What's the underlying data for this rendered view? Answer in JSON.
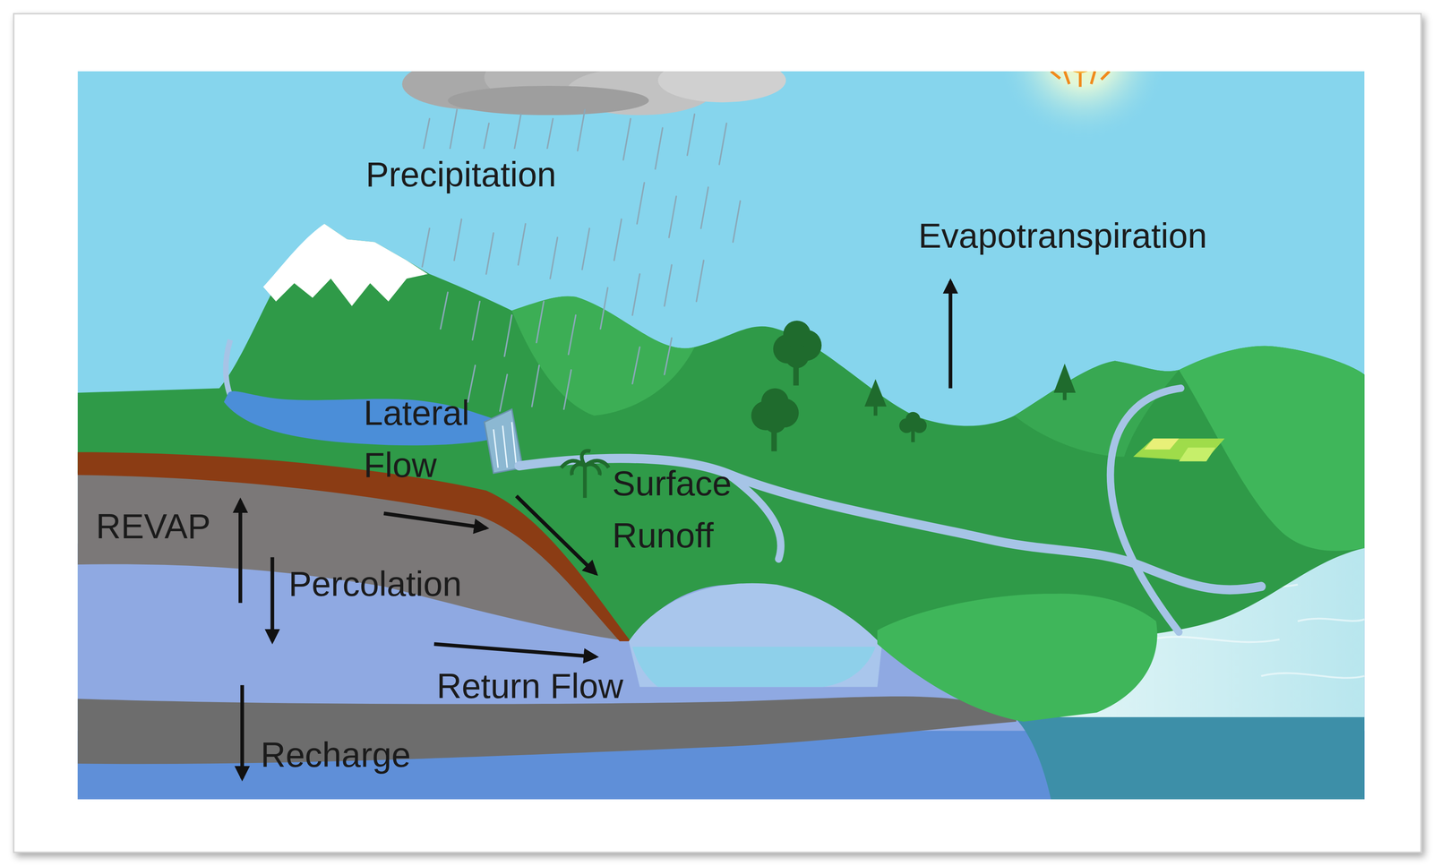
{
  "diagram": {
    "labels": [
      "Precipitation",
      "Evapotranspiration",
      "Lateral Flow",
      "Surface Runoff",
      "REVAP",
      "Percolation",
      "Return Flow",
      "Recharge"
    ]
  }
}
